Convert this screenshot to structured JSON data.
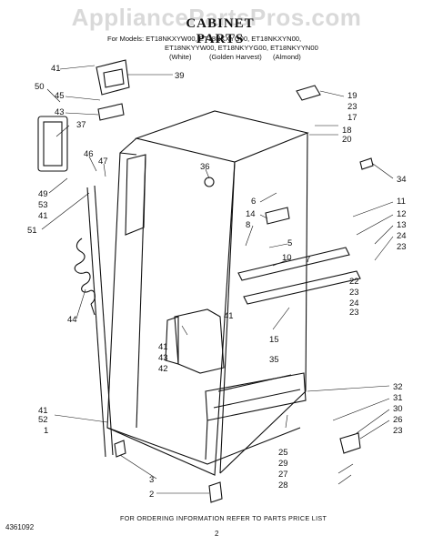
{
  "watermark": "AppliancePartsPros.com",
  "title": "CABINET PARTS",
  "models": {
    "line1": "For Models: ET18NKXYW00, ET18NKXYG00, ET18NKXYN00,",
    "line2": "ET18NKYYW00, ET18NKYYG00, ET18NKYYN00"
  },
  "colors": {
    "white": "(White)",
    "golden": "(Golden Harvest)",
    "almond": "(Almond)"
  },
  "footer_note": "FOR ORDERING INFORMATION REFER TO PARTS PRICE LIST",
  "doc_number": "4361092",
  "page_number": "2",
  "callouts": [
    "41",
    "39",
    "50",
    "45",
    "43",
    "37",
    "46",
    "47",
    "49",
    "53",
    "41",
    "51",
    "44",
    "19",
    "23",
    "17",
    "18",
    "20",
    "34",
    "36",
    "6",
    "14",
    "8",
    "5",
    "10",
    "11",
    "12",
    "7",
    "13",
    "24",
    "23",
    "22",
    "23",
    "24",
    "23",
    "41",
    "15",
    "35",
    "41",
    "43",
    "42",
    "41",
    "52",
    "1",
    "32",
    "31",
    "30",
    "26",
    "23",
    "25",
    "29",
    "27",
    "28",
    "3",
    "2"
  ]
}
